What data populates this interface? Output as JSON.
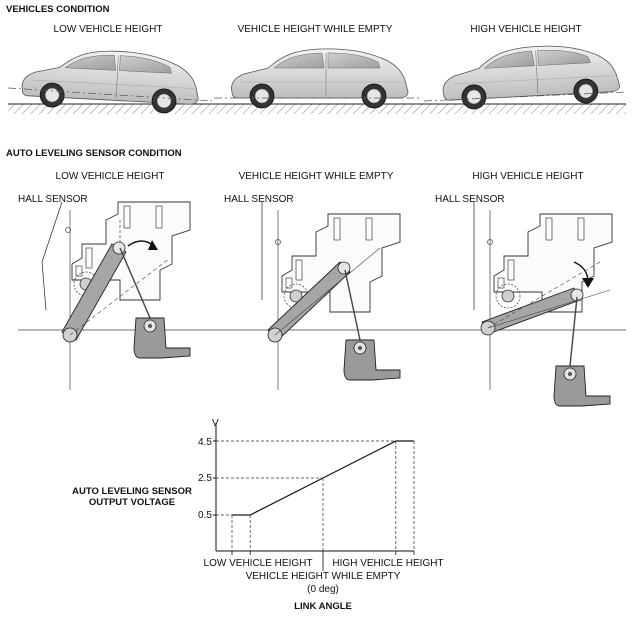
{
  "sections": {
    "vehicles_title": "VEHICLES CONDITION",
    "sensor_title": "AUTO LEVELING SENSOR CONDITION"
  },
  "vehicle_labels": [
    "LOW VEHICLE HEIGHT",
    "VEHICLE HEIGHT WHILE EMPTY",
    "HIGH VEHICLE HEIGHT"
  ],
  "sensor_labels": [
    "LOW VEHICLE HEIGHT",
    "VEHICLE HEIGHT WHILE EMPTY",
    "HIGH VEHICLE HEIGHT"
  ],
  "hall_sensor_label": "HALL SENSOR",
  "chart_data": {
    "type": "line",
    "y_unit": "V",
    "y_ticks": [
      "4.5",
      "2.5",
      "0.5"
    ],
    "ylabel_line1": "AUTO LEVELING SENSOR",
    "ylabel_line2": "OUTPUT VOLTAGE",
    "x_labels": {
      "low": "LOW VEHICLE HEIGHT",
      "empty": "VEHICLE HEIGHT WHILE EMPTY",
      "empty_sub": "(0 deg)",
      "high": "HIGH VEHICLE HEIGHT"
    },
    "xlabel": "LINK ANGLE",
    "series": [
      {
        "points": [
          [
            -5,
            0.5
          ],
          [
            -4,
            0.5
          ],
          [
            0,
            2.5
          ],
          [
            4,
            4.5
          ],
          [
            5,
            4.5
          ]
        ]
      }
    ]
  }
}
